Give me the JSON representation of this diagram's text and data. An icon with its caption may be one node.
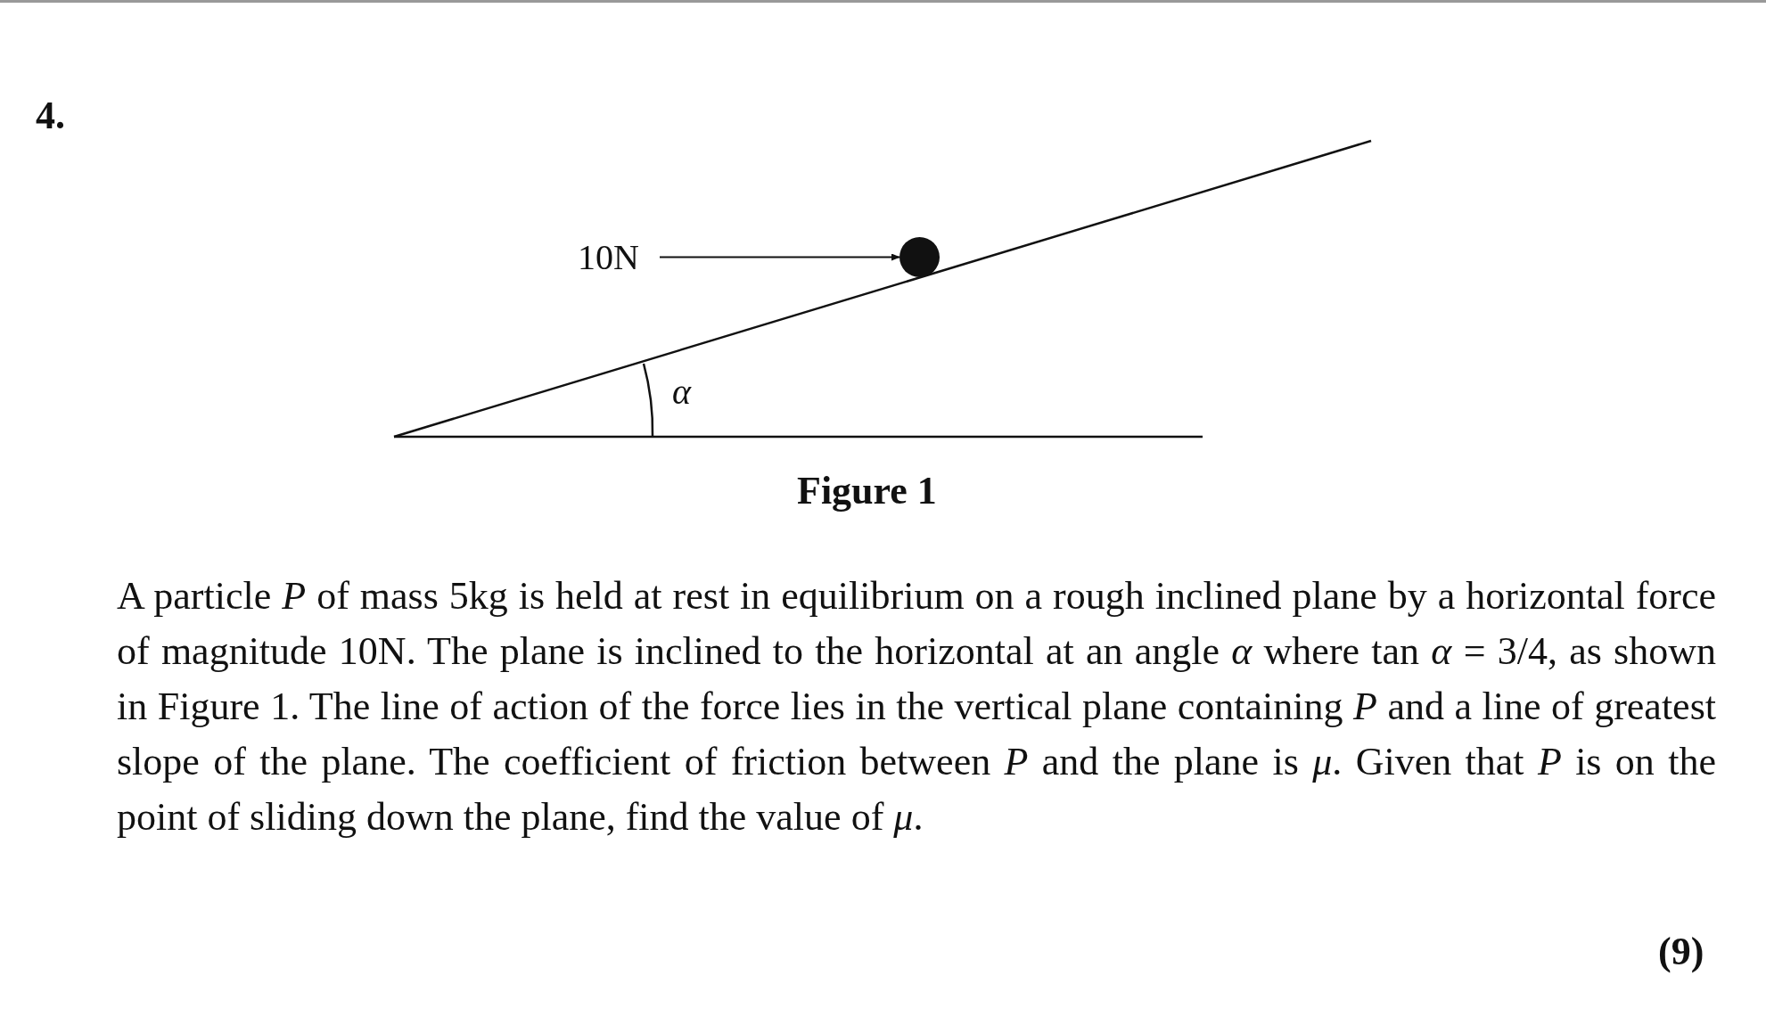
{
  "diagram": {
    "caption": "Figure 1",
    "nodes": [
      {
        "text": [
          "10N"
        ]
      },
      {
        "text": [],
        "shape": "circle"
      }
    ],
    "edges": [
      {
        "from": 0,
        "to": 1,
        "arrow": "to"
      }
    ],
    "labels": [
      "4.",
      "α",
      "A particle *P* of mass 5kg is held at rest in equilibrium on a rough inclined plane by a horizontal force of magnitude 10N. The plane is inclined to the horizontal at an angle *α* where tan *α* = 3/4, as shown in Figure 1. The line of action of the force lies in the vertical plane containing *P* and a line of greatest slope of the plane. The coefficient of friction between *P* and the plane is *μ*. Given that *P* is on the point of sliding down the plane, find the value of *μ*.",
      "(9)"
    ]
  }
}
